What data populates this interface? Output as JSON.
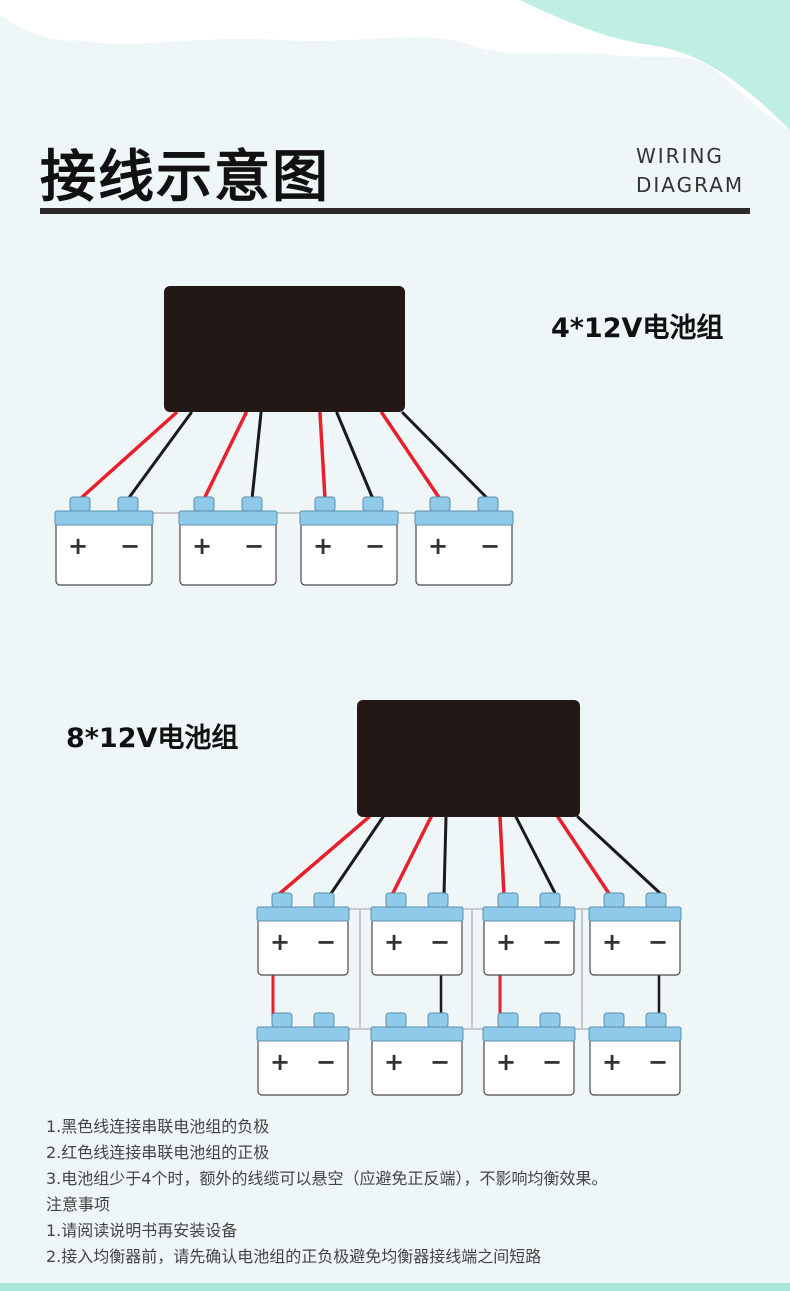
{
  "header": {
    "title": "接线示意图",
    "subtitle_line1": "WIRING",
    "subtitle_line2": "DIAGRAM"
  },
  "diagram_a": {
    "label": "4*12V电池组"
  },
  "diagram_b": {
    "label": "8*12V电池组"
  },
  "battery": {
    "plus": "+",
    "minus": "−"
  },
  "notes": [
    "1.黑色线连接串联电池组的负极",
    "2.红色线连接串联电池组的正极",
    "3.电池组少于4个时，额外的线缆可以悬空（应避免正反端），不影响均衡效果。",
    "注意事项",
    "1.请阅读说明书再安装设备",
    "2.接入均衡器前，请先确认电池组的正负极避免均衡器接线端之间短路"
  ],
  "colors": {
    "red_wire": "#e8202c",
    "black_wire": "#1a1a1a",
    "device": "#231815",
    "battery_cap": "#8fcaea",
    "battery_outline": "#4a4a4a",
    "link_wire": "#c8c8c8",
    "accent_wave": "#bfeee3"
  }
}
